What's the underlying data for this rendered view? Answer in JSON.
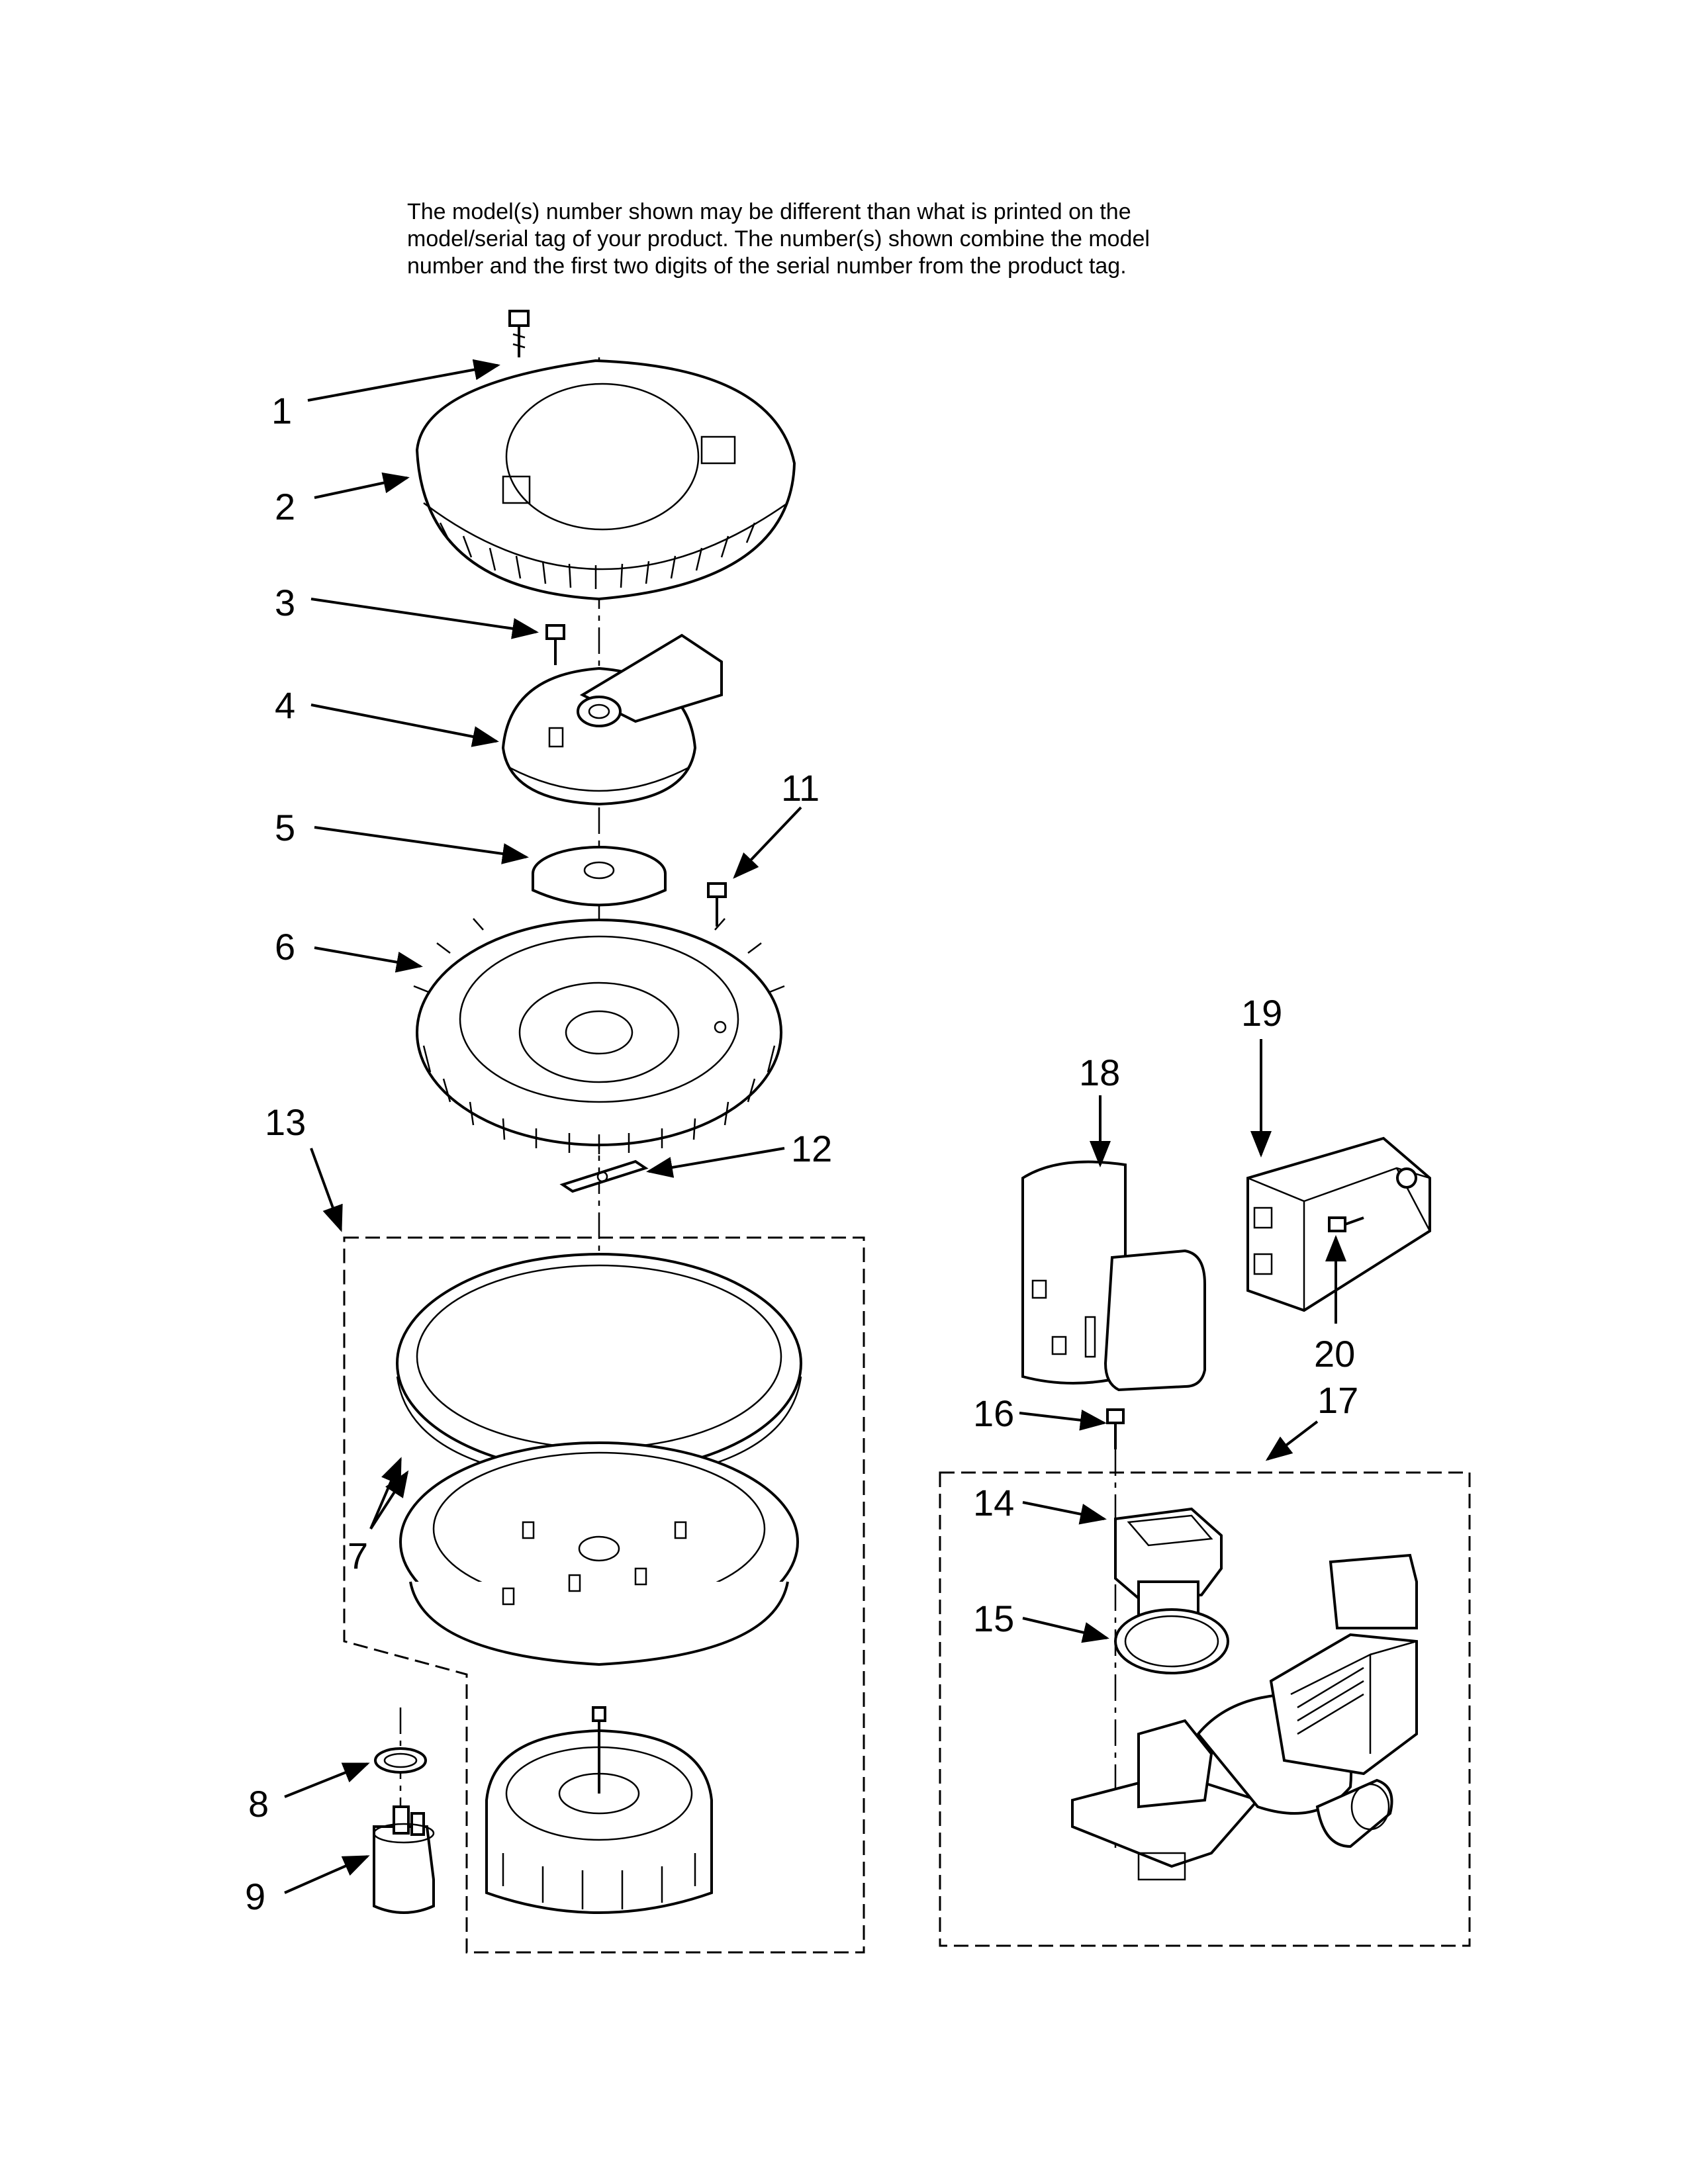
{
  "notice": {
    "line1": "The model(s) number shown may be different than what is printed on the",
    "line2": "model/serial tag of your product. The number(s) shown combine the model",
    "line3": "number and the first two digits of the serial number from the product tag."
  },
  "callouts": {
    "c1": "1",
    "c2": "2",
    "c3": "3",
    "c4": "4",
    "c5": "5",
    "c6": "6",
    "c7": "7",
    "c8": "8",
    "c9": "9",
    "c11": "11",
    "c12": "12",
    "c13": "13",
    "c14": "14",
    "c15": "15",
    "c16": "16",
    "c17": "17",
    "c18": "18",
    "c19": "19",
    "c20": "20"
  }
}
